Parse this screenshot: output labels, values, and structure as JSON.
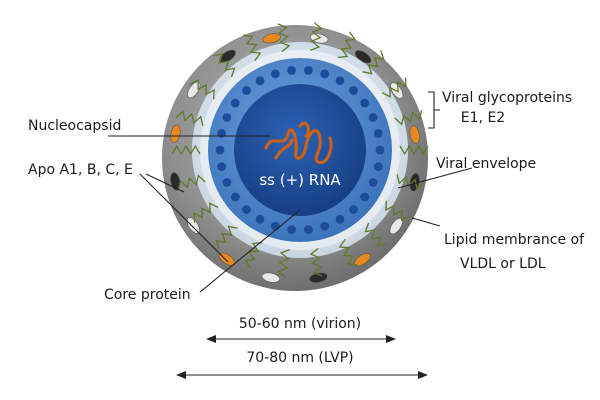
{
  "labels": {
    "viral_glycoproteins": "Viral glycoproteins",
    "e1_e2": "E1, E2",
    "nucleocapsid": "Nucleocapsid",
    "viral_envelope": "Viral envelope",
    "apo": "Apo A1, B, C, E",
    "rna": "ss (+) RNA",
    "lipid_membrane_line1": "Lipid membrance of",
    "lipid_membrane_line2": "VLDL or LDL",
    "core_protein": "Core protein"
  },
  "scale_bars": {
    "virion": "50-60 nm (virion)",
    "lvp": "70-80 nm (LVP)"
  },
  "colors": {
    "outer_shell": "#8c8c8c",
    "envelope": "#dfe8ef",
    "capsid_outer": "#4e86c8",
    "capsid_inner": "#1f4f9e",
    "core_dots": "#1c4c9a",
    "rna": "#c8621a",
    "glycoprotein": "#5f7a2a",
    "apo_orange": "#e8891d",
    "apo_dark": "#2a2a2a",
    "apo_light": "#e8e8e8"
  }
}
